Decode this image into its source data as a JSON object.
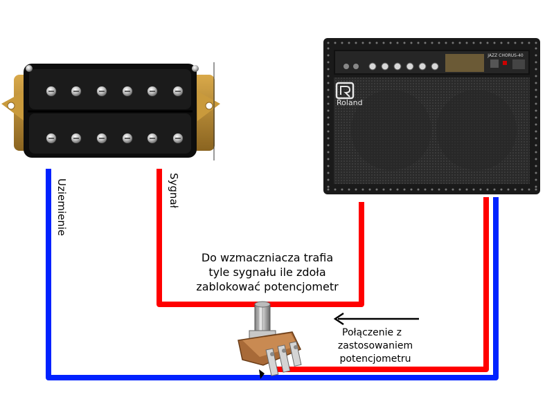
{
  "labels": {
    "ground": "Uziemienie",
    "signal": "Sygnał",
    "caption": [
      "Do wzmaczniacza trafia",
      "tyle sygnału ile zdoła",
      "zablokować potencjometr"
    ],
    "connection": [
      "Połączenie z",
      "zastosowaniem",
      "potencjometru"
    ]
  },
  "amp": {
    "brand": "Roland",
    "model": "JAZZ CHORUS-40"
  },
  "colors": {
    "signal_wire": "#ff0000",
    "ground_wire": "#0022ff",
    "pickup_body": "#0d0d0d",
    "pickup_plate": "#b8892e",
    "amp_body": "#1a1a1a",
    "arrow": "#000000"
  },
  "icons": {
    "pickup": "humbucker-pickup-icon",
    "amp": "guitar-amplifier-icon",
    "pot": "potentiometer-icon",
    "arrow": "arrow-left-icon"
  }
}
